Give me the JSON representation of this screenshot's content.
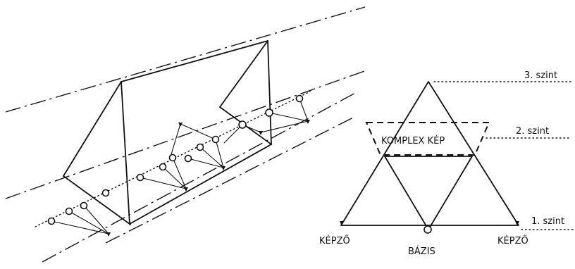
{
  "labels": {
    "level3": "3. szint",
    "level2": "2. szint",
    "level1": "1. szint",
    "complex_image": "KOMPLEX KÉP",
    "former_left": "KÉPZŐ",
    "base": "BÁZIS",
    "former_right": "KÉPZŐ"
  }
}
